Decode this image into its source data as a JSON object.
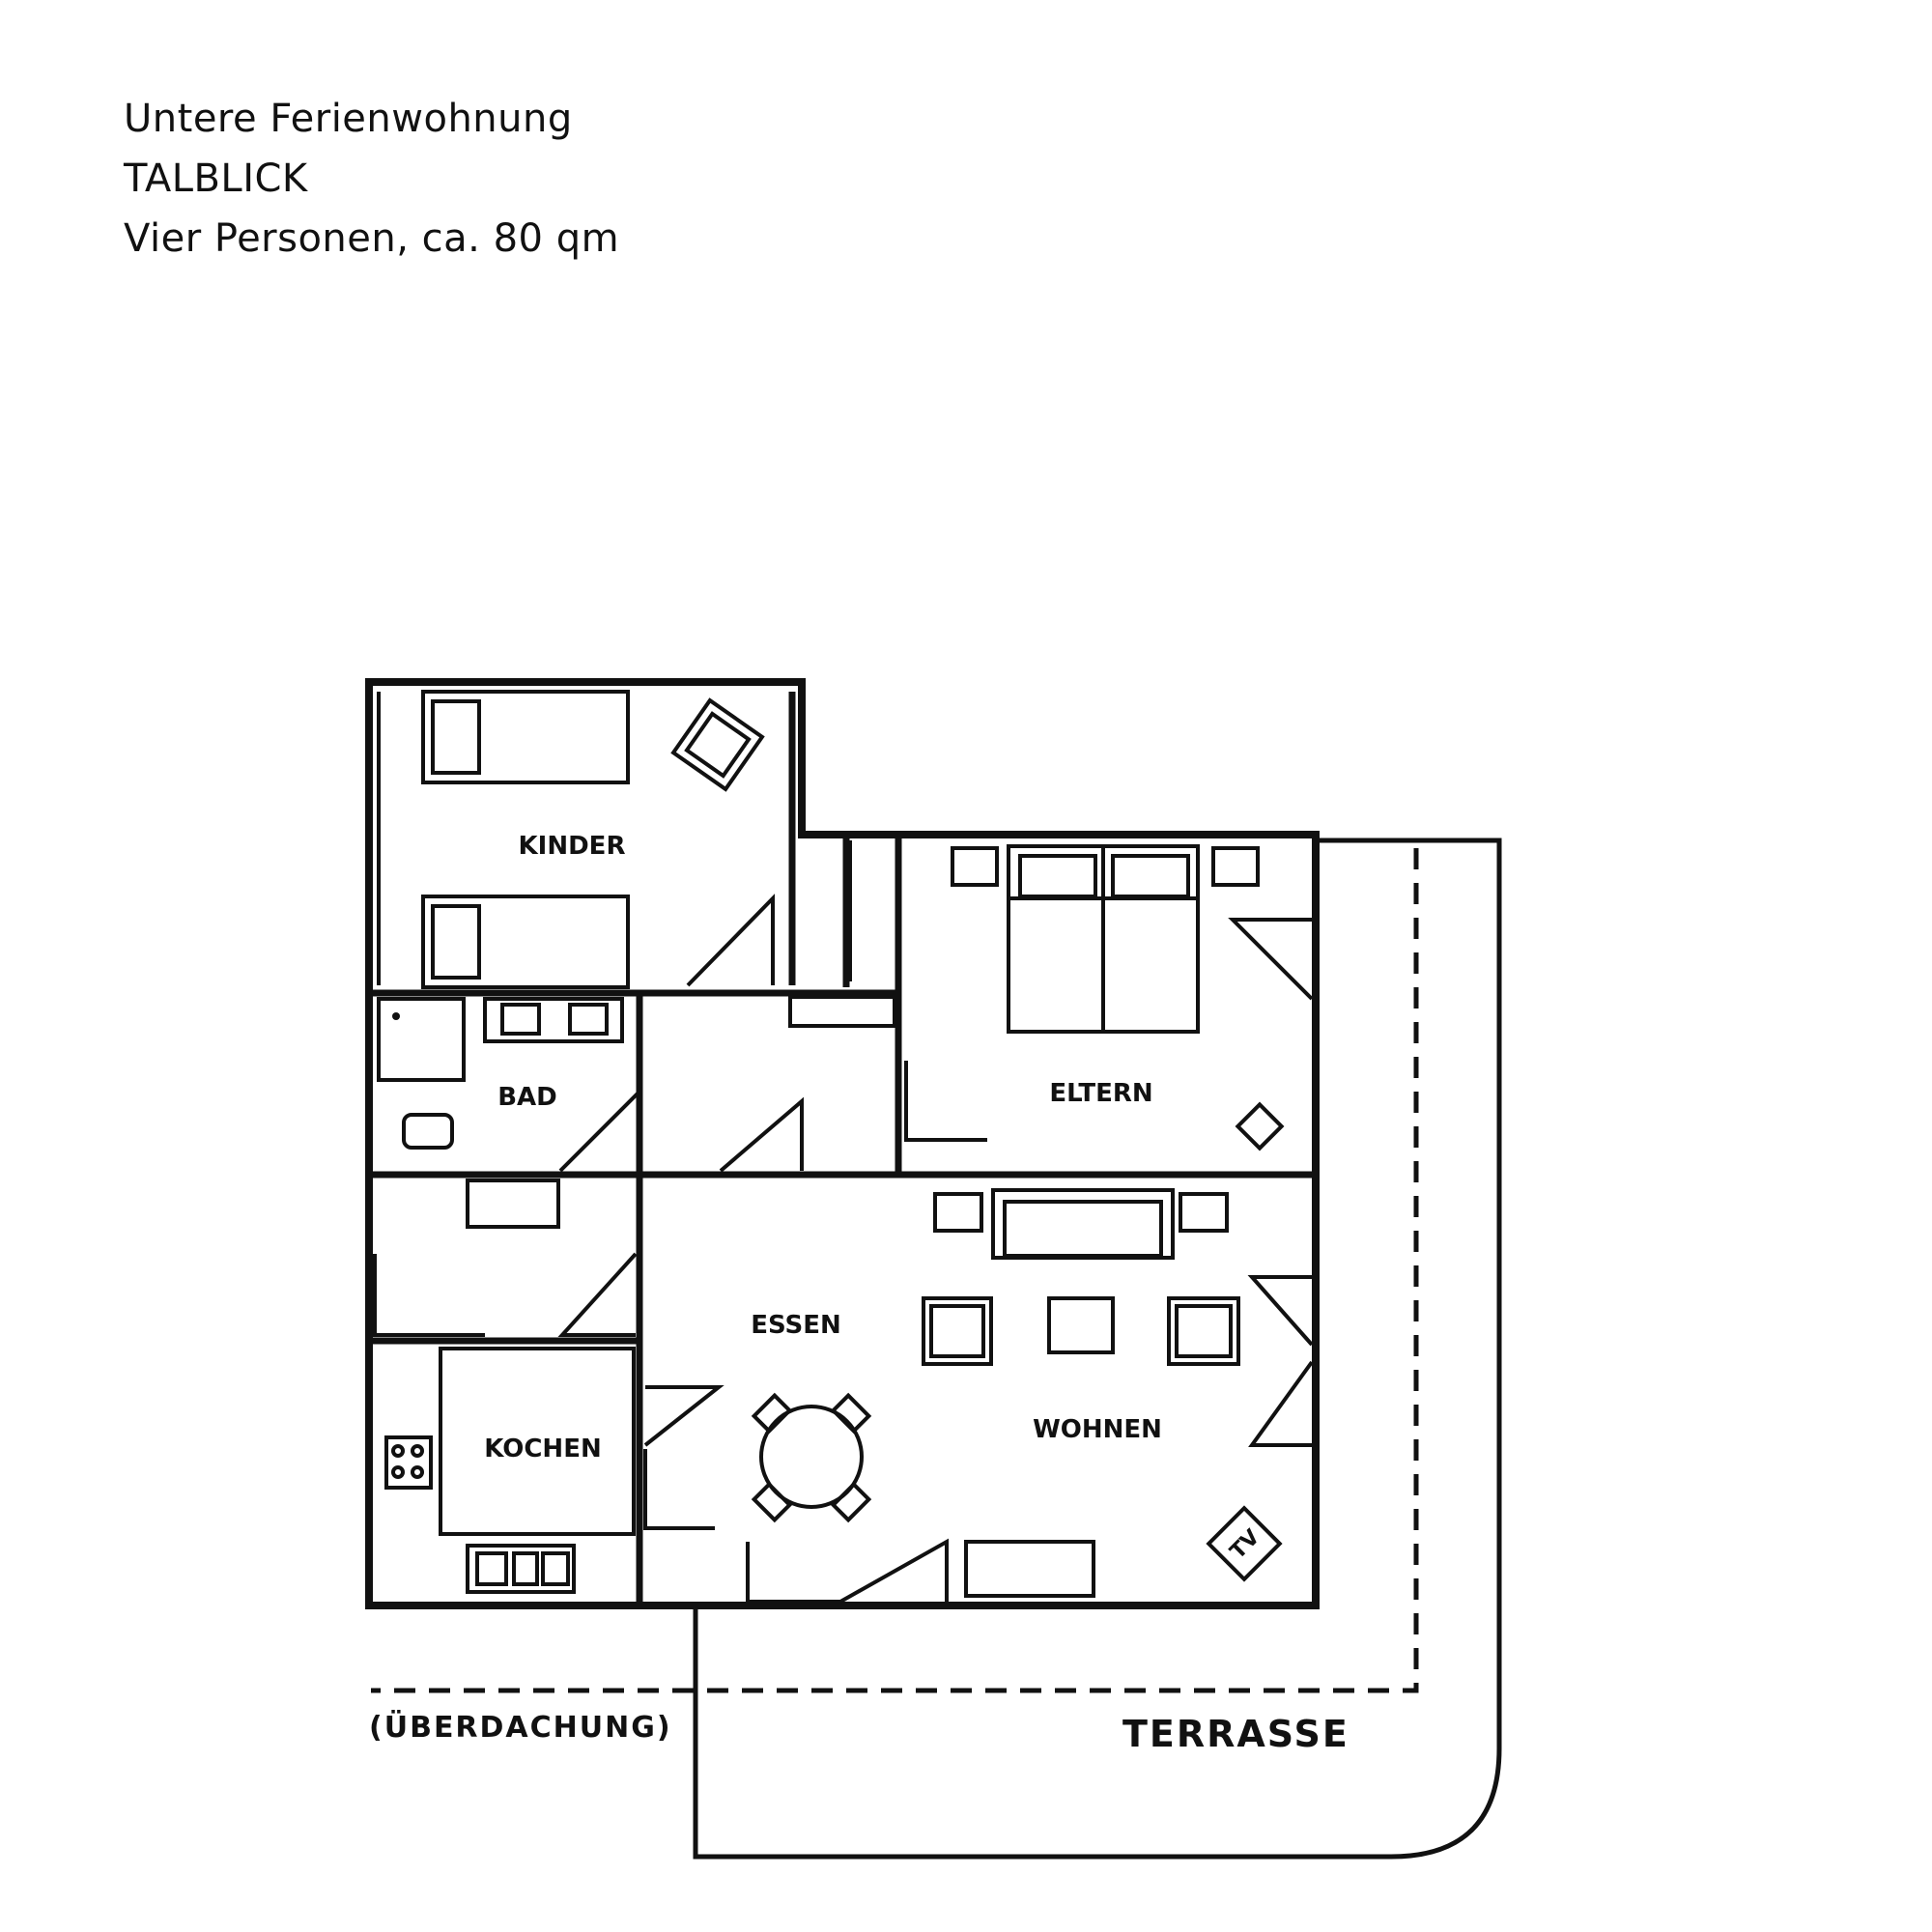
{
  "header": {
    "line1": "Untere Ferienwohnung",
    "line2": "TALBLICK",
    "line3": "Vier Personen, ca. 80 qm"
  },
  "rooms": {
    "kinder": "KINDER",
    "eltern": "ELTERN",
    "bad": "BAD",
    "essen": "ESSEN",
    "wohnen": "WOHNEN",
    "kochen": "KOCHEN"
  },
  "outdoor": {
    "ueberdachung": "(ÜBERDACHUNG)",
    "terrasse": "TERRASSE"
  },
  "furniture": {
    "tv": "TV"
  }
}
